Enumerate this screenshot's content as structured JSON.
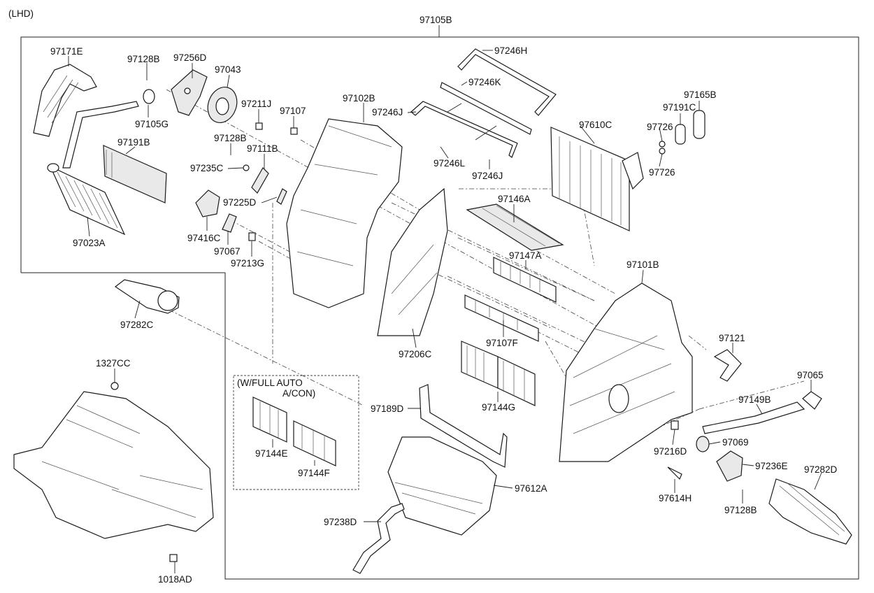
{
  "diagram": {
    "variant": "(LHD)",
    "assembly": "97105B",
    "option_note": [
      "(W/FULL AUTO",
      "A/CON)"
    ],
    "labels": {
      "l97171E": "97171E",
      "l97128B_a": "97128B",
      "l97256D": "97256D",
      "l97043": "97043",
      "l97105G": "97105G",
      "l97191B": "97191B",
      "l97023A": "97023A",
      "l97211J": "97211J",
      "l97107": "97107",
      "l97102B": "97102B",
      "l97128B_b": "97128B",
      "l97111B": "97111B",
      "l97235C": "97235C",
      "l97225D": "97225D",
      "l97416C": "97416C",
      "l97067": "97067",
      "l97213G": "97213G",
      "l97246H": "97246H",
      "l97246K": "97246K",
      "l97246J_a": "97246J",
      "l97246L": "97246L",
      "l97246J_b": "97246J",
      "l97165B": "97165B",
      "l97191C": "97191C",
      "l97726_a": "97726",
      "l97726_b": "97726",
      "l97610C": "97610C",
      "l97146A": "97146A",
      "l97147A": "97147A",
      "l97101B": "97101B",
      "l97282C": "97282C",
      "l97206C": "97206C",
      "l97107F": "97107F",
      "l97121": "97121",
      "l97065": "97065",
      "l1327CC": "1327CC",
      "l97144G": "97144G",
      "l97149B": "97149B",
      "l97189D": "97189D",
      "l97144E": "97144E",
      "l97144F": "97144F",
      "l97216D": "97216D",
      "l97069": "97069",
      "l97236E": "97236E",
      "l97282D": "97282D",
      "l97612A": "97612A",
      "l97614H": "97614H",
      "l97128B_c": "97128B",
      "l97238D": "97238D",
      "l1018AD": "1018AD"
    }
  }
}
